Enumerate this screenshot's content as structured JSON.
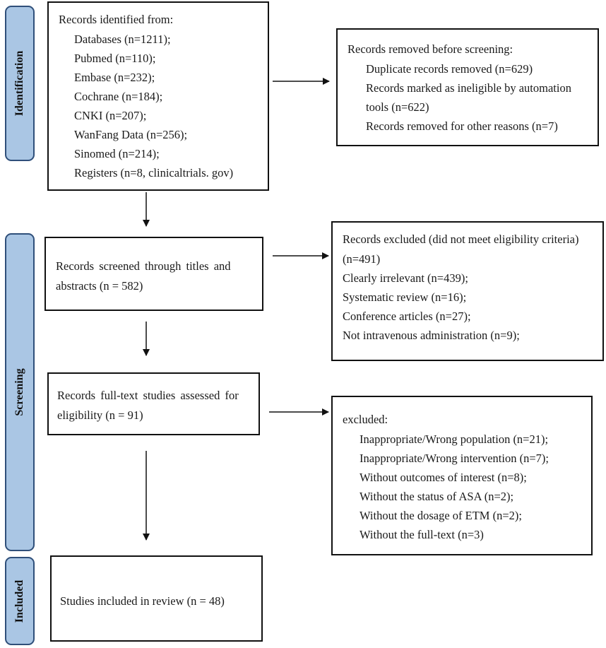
{
  "phases": {
    "identification": "Identification",
    "screening": "Screening",
    "included": "Included"
  },
  "identified": {
    "heading": "Records identified from:",
    "items": [
      "Databases (n=1211);",
      "Pubmed (n=110);",
      "Embase (n=232);",
      "Cochrane (n=184);",
      "CNKI (n=207);",
      "WanFang Data (n=256);",
      "Sinomed (n=214);",
      "Registers (n=8, clinicaltrials. gov)"
    ]
  },
  "removed": {
    "heading": "Records removed before screening:",
    "line1": "Duplicate records removed (n=629)",
    "line2": "Records marked as ineligible by automation",
    "line3": "tools (n=622)",
    "line4": "Records removed for other reasons (n=7)"
  },
  "screened": {
    "line1": "Records screened through titles and",
    "line2": "abstracts (n = 582)"
  },
  "excluded_screen": {
    "line1": "Records excluded (did not meet eligibility criteria)",
    "line2": "(n=491)",
    "items": [
      "Clearly irrelevant (n=439);",
      "Systematic review (n=16);",
      "Conference articles (n=27);",
      "Not intravenous administration (n=9);"
    ]
  },
  "fulltext": {
    "line1": "Records full-text studies assessed for",
    "line2": "eligibility (n = 91)"
  },
  "excluded_full": {
    "heading": "excluded:",
    "items": [
      "Inappropriate/Wrong population (n=21);",
      "Inappropriate/Wrong intervention (n=7);",
      "Without outcomes of interest (n=8);",
      "Without the status of ASA (n=2);",
      "Without the dosage of ETM (n=2);",
      "Without the full-text (n=3)"
    ]
  },
  "included": {
    "text": "Studies included in review (n = 48)"
  }
}
